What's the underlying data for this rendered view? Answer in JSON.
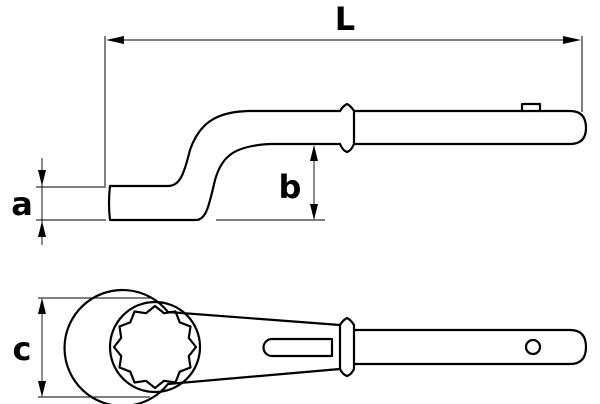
{
  "labels": {
    "length": "L",
    "a": "a",
    "b": "b",
    "c": "c"
  },
  "colors": {
    "line": "#000000",
    "background": "#ffffff"
  }
}
